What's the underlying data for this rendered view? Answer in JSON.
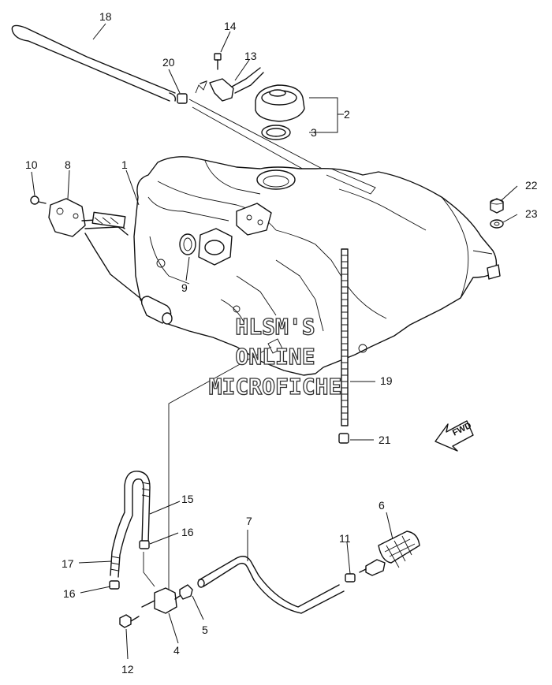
{
  "diagram": {
    "callouts": [
      {
        "id": "c1",
        "label": "1"
      },
      {
        "id": "c2",
        "label": "2"
      },
      {
        "id": "c3",
        "label": "3"
      },
      {
        "id": "c4",
        "label": "4"
      },
      {
        "id": "c5",
        "label": "5"
      },
      {
        "id": "c6",
        "label": "6"
      },
      {
        "id": "c7",
        "label": "7"
      },
      {
        "id": "c8",
        "label": "8"
      },
      {
        "id": "c9",
        "label": "9"
      },
      {
        "id": "c10",
        "label": "10"
      },
      {
        "id": "c11",
        "label": "11"
      },
      {
        "id": "c12",
        "label": "12"
      },
      {
        "id": "c13",
        "label": "13"
      },
      {
        "id": "c14",
        "label": "14"
      },
      {
        "id": "c15",
        "label": "15"
      },
      {
        "id": "c16a",
        "label": "16"
      },
      {
        "id": "c16b",
        "label": "16"
      },
      {
        "id": "c17",
        "label": "17"
      },
      {
        "id": "c18",
        "label": "18"
      },
      {
        "id": "c19",
        "label": "19"
      },
      {
        "id": "c20",
        "label": "20"
      },
      {
        "id": "c21",
        "label": "21"
      },
      {
        "id": "c22",
        "label": "22"
      },
      {
        "id": "c23",
        "label": "23"
      }
    ],
    "direction_indicator": "FWD",
    "watermark": {
      "line1": "HLSM'S",
      "line2": "ONLINE",
      "line3": "MICROFICHE"
    }
  }
}
